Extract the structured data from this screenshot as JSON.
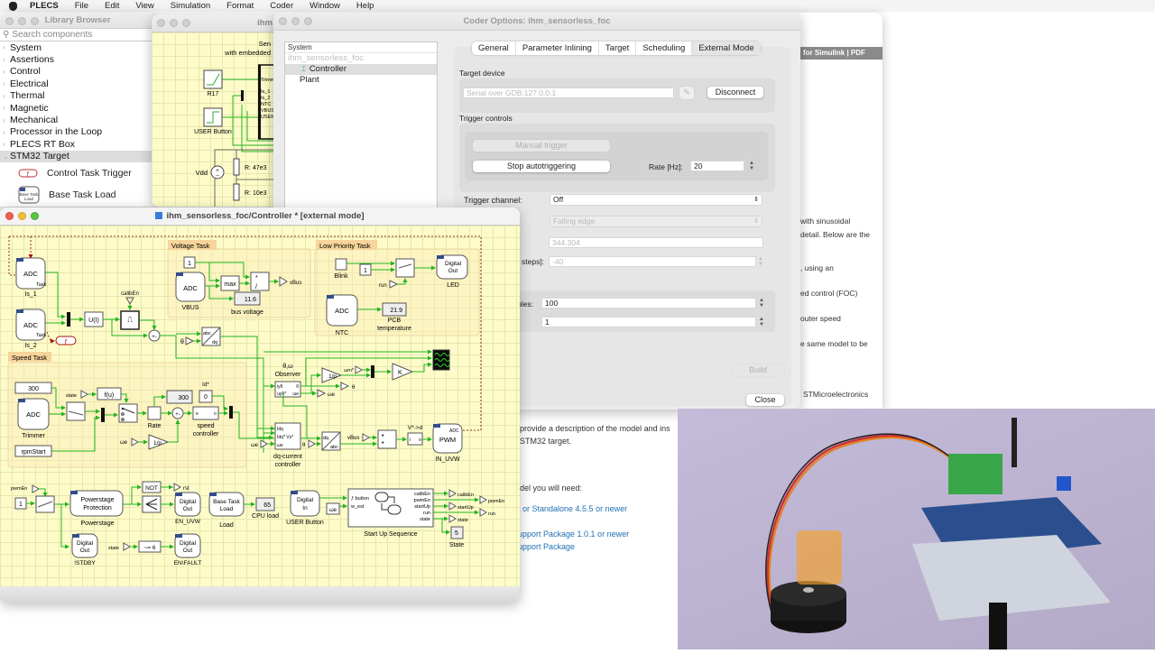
{
  "menubar": {
    "app": "PLECS",
    "items": [
      "File",
      "Edit",
      "View",
      "Simulation",
      "Format",
      "Coder",
      "Window",
      "Help"
    ]
  },
  "library_browser": {
    "title": "Library Browser",
    "search_placeholder": "Search components",
    "categories": [
      "System",
      "Assertions",
      "Control",
      "Electrical",
      "Thermal",
      "Magnetic",
      "Mechanical",
      "Processor in the Loop",
      "PLECS RT Box",
      "STM32 Target"
    ],
    "selected": "STM32 Target",
    "sub_items": [
      {
        "label": "Control Task Trigger",
        "icon": "control-task-trigger-icon"
      },
      {
        "label": "Base Task Load",
        "icon": "base-task-load-icon",
        "icon_text": "Base Task Load"
      }
    ]
  },
  "top_schematic": {
    "title": "ihm",
    "header_text": [
      "Sen",
      "with embedded"
    ],
    "blocks": {
      "r17": "R17",
      "user_button": "USER Button",
      "vdd": "Vdd",
      "r1": "R: 47e3",
      "r2": "R: 10e3"
    },
    "ports": [
      "Trimm",
      "Is_1",
      "Is_2",
      "NTC",
      "VBUS",
      "USER"
    ]
  },
  "coder_options": {
    "title": "Coder Options: ihm_sensorless_foc",
    "tree": {
      "header": "System",
      "root": "ihm_sensorless_foc",
      "items": [
        "Controller",
        "Plant"
      ],
      "selected": "Controller"
    },
    "tabs": [
      "General",
      "Parameter Inlining",
      "Target",
      "Scheduling",
      "External Mode"
    ],
    "active_tab": "External Mode",
    "target_device": {
      "label": "Target device",
      "value": "Serial over GDB:127.0.0.1",
      "disconnect": "Disconnect"
    },
    "trigger_controls": {
      "label": "Trigger controls",
      "manual": "Manual trigger",
      "stop_auto": "Stop autotriggering",
      "rate_label": "Rate [Hz]:",
      "rate_value": "20"
    },
    "trigger_channel": {
      "label": "Trigger channel:",
      "value": "Off"
    },
    "trigger_edge": {
      "value": "Falling edge"
    },
    "trigger_level": {
      "value": "344.304"
    },
    "trigger_delay": {
      "label_partial": "steps]:",
      "value": "-40"
    },
    "samples": {
      "label_partial": "ples:",
      "value": "100"
    },
    "decimation": {
      "value": "1"
    },
    "build": "Build",
    "close": "Close"
  },
  "doc_page": {
    "header": "for Simulink | PDF",
    "lines": [
      "with sinusoidal",
      "detail. Below are the",
      ", using an",
      "ed control (FOC)",
      "outer speed",
      "e same model to be",
      "STMicroelectronics"
    ],
    "lower_lines": [
      "provide a description of the model and ins",
      "STM32 target.",
      "del you will need:"
    ],
    "links": [
      "t or Standalone 4.5.5 or newer",
      "upport Package 1.0.1 or newer",
      "upport Package"
    ]
  },
  "controller_window": {
    "title": "ihm_sensorless_foc/Controller * [external mode]",
    "tasks": {
      "voltage": "Voltage Task",
      "low_priority": "Low Priority Task",
      "speed": "Speed Task"
    },
    "blocks": {
      "adc": "ADC",
      "task": "Task",
      "is1": "Is_1",
      "is2": "Is_2",
      "ui": "U(I)",
      "calib": "calibEn",
      "vbus_adc": "VBUS",
      "one": "1",
      "max": "max",
      "bus_voltage_val": "11.6",
      "bus_voltage": "bus voltage",
      "vbus_tag": "vBus",
      "blink": "Blink",
      "run": "run",
      "digital_out": "Digital Out",
      "led": "LED",
      "ntc": "NTC",
      "pcb_temp_val": "21.9",
      "pcb_temp": "PCB temperature",
      "theta": "θ",
      "abc": "abc",
      "dq": "dq",
      "c300": "300",
      "state": "state",
      "fu": "f(u)",
      "rate_disp": "300",
      "id_star": "Id*",
      "zero": "0",
      "rate": "Rate",
      "speed_controller": "speed controller",
      "trimmer": "Trimmer",
      "rpm_start": "rpmStart",
      "we": "ωe",
      "integ": "1/p",
      "observer": "θ,ω Observer",
      "wm_star": "ωm*",
      "k": "K",
      "dq_current": "dq-current controller",
      "vbus_in": "vBus",
      "vstar_d": "V*->d",
      "pwm": "PWM",
      "in_uvw": "IN_UVW",
      "pwm_en": "pwmEn",
      "powerstage": "Powerstage Protection",
      "powerstage_lbl": "Powerstage",
      "not": "NOT",
      "rst": "rst",
      "en_uvw": "EN_UVW",
      "istdby": "!STDBY",
      "neq6": "~= 6",
      "en_fault": "EN\\FAULT",
      "base_task_load": "Base Task Load",
      "load": "Load",
      "cpu_val": "65",
      "cpu_load": "CPU load",
      "digital_in": "Digital In",
      "user_button": "USER Button",
      "startup": "Start Up Sequence",
      "sm_in": [
        "button",
        "w_est"
      ],
      "sm_out": [
        "calibEn",
        "pwmEn",
        "startUp",
        "run",
        "state"
      ],
      "state_val": "5",
      "state_lbl": "State"
    }
  },
  "colors": {
    "wire": "#22b322",
    "canvas": "#fdfcc8",
    "task_header": "#f6d49a",
    "link": "#1f6fb3"
  }
}
